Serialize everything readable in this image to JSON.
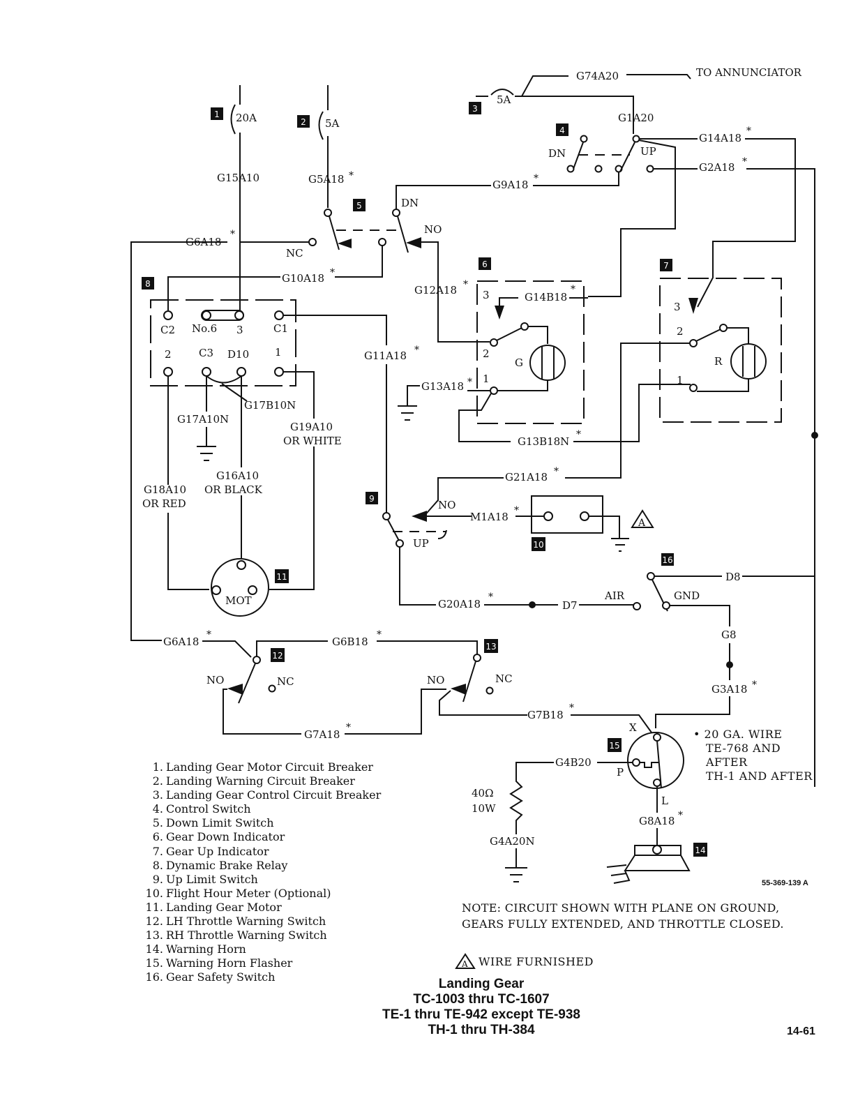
{
  "components": [
    {
      "id": "1",
      "name": "Landing Gear Motor Circuit Breaker",
      "rating": "20A"
    },
    {
      "id": "2",
      "name": "Landing Warning Circuit Breaker",
      "rating": "5A"
    },
    {
      "id": "3",
      "name": "Landing Gear Control Circuit Breaker",
      "rating": "5A"
    },
    {
      "id": "4",
      "name": "Control Switch"
    },
    {
      "id": "5",
      "name": "Down Limit Switch"
    },
    {
      "id": "6",
      "name": "Gear Down Indicator"
    },
    {
      "id": "7",
      "name": "Gear Up Indicator"
    },
    {
      "id": "8",
      "name": "Dynamic Brake Relay"
    },
    {
      "id": "9",
      "name": "Up Limit Switch"
    },
    {
      "id": "10",
      "name": "Flight Hour Meter (Optional)"
    },
    {
      "id": "11",
      "name": "Landing Gear Motor"
    },
    {
      "id": "12",
      "name": "LH Throttle Warning Switch"
    },
    {
      "id": "13",
      "name": "RH Throttle Warning Switch"
    },
    {
      "id": "14",
      "name": "Warning Horn"
    },
    {
      "id": "15",
      "name": "Warning Horn Flasher"
    },
    {
      "id": "16",
      "name": "Gear Safety Switch"
    }
  ],
  "legend": [
    {
      "num": "1.",
      "text": "Landing Gear Motor Circuit Breaker"
    },
    {
      "num": "2.",
      "text": "Landing Warning Circuit Breaker"
    },
    {
      "num": "3.",
      "text": "Landing Gear Control Circuit Breaker"
    },
    {
      "num": "4.",
      "text": "Control Switch"
    },
    {
      "num": "5.",
      "text": "Down Limit Switch"
    },
    {
      "num": "6.",
      "text": "Gear Down Indicator"
    },
    {
      "num": "7.",
      "text": "Gear Up Indicator"
    },
    {
      "num": "8.",
      "text": "Dynamic Brake Relay"
    },
    {
      "num": "9.",
      "text": "Up Limit Switch"
    },
    {
      "num": "10.",
      "text": "Flight Hour Meter (Optional)"
    },
    {
      "num": "11.",
      "text": "Landing Gear Motor"
    },
    {
      "num": "12.",
      "text": "LH Throttle Warning Switch"
    },
    {
      "num": "13.",
      "text": "RH Throttle Warning Switch"
    },
    {
      "num": "14.",
      "text": "Warning Horn"
    },
    {
      "num": "15.",
      "text": "Warning Horn Flasher"
    },
    {
      "num": "16.",
      "text": "Gear Safety Switch"
    }
  ],
  "labels": {
    "cb1": "20A",
    "cb2": "5A",
    "cb3": "5A",
    "to_annunciator": "TO ANNUNCIATOR",
    "g74a20": "G74A20",
    "g1a20": "G1A20",
    "g14a18": "G14A18",
    "g2a18": "G2A18",
    "g9a18": "G9A18",
    "g15a10": "G15A10",
    "g5a18": "G5A18",
    "g6a18": "G6A18",
    "g10a18": "G10A18",
    "g12a18": "G12A18",
    "g14b18": "G14B18",
    "g11a18": "G11A18",
    "g13a18": "G13A18",
    "g13b18n": "G13B18N",
    "g21a18": "G21A18",
    "m1a18": "M1A18",
    "g20a18": "G20A18",
    "d7": "D7",
    "d8": "D8",
    "g8": "G8",
    "g3a18": "G3A18",
    "g17a10n": "G17A10N",
    "g17b10n": "G17B10N",
    "g19a10": "G19A10",
    "or_white": "OR WHITE",
    "g16a10": "G16A10",
    "or_black": "OR BLACK",
    "g18a10": "G18A10",
    "or_red": "OR RED",
    "g6a18_b": "G6A18",
    "g6b18": "G6B18",
    "g7a18": "G7A18",
    "g7b18": "G7B18",
    "g4b20": "G4B20",
    "g4a20n": "G4A20N",
    "g8a18": "G8A18",
    "dn": "DN",
    "up": "UP",
    "no": "NO",
    "nc": "NC",
    "air": "AIR",
    "gnd": "GND",
    "relay_c2": "C2",
    "relay_no6": "No.6",
    "relay_3": "3",
    "relay_c1": "C1",
    "relay_2": "2",
    "relay_c3": "C3",
    "relay_d10": "D10",
    "relay_1": "1",
    "ind_3": "3",
    "ind_2": "2",
    "ind_1": "1",
    "green": "G",
    "red": "R",
    "mot": "MOT",
    "x": "X",
    "p": "P",
    "l": "L",
    "resistor_ohms": "40Ω",
    "resistor_watts": "10W",
    "star": "*",
    "triangle_a": "A"
  },
  "wire_note": [
    "• 20 GA. WIRE",
    "TE-768 AND",
    "AFTER",
    "TH-1 AND AFTER"
  ],
  "note": [
    "NOTE: CIRCUIT SHOWN WITH PLANE ON GROUND,",
    "GEARS FULLY EXTENDED, AND THROTTLE CLOSED."
  ],
  "wire_furnished": "WIRE FURNISHED",
  "figure_number": "55-369-139 A",
  "title": [
    "Landing Gear",
    "TC-1003 thru TC-1607",
    "TE-1 thru TE-942 except TE-938",
    "TH-1 thru TH-384"
  ],
  "page_number": "14-61"
}
